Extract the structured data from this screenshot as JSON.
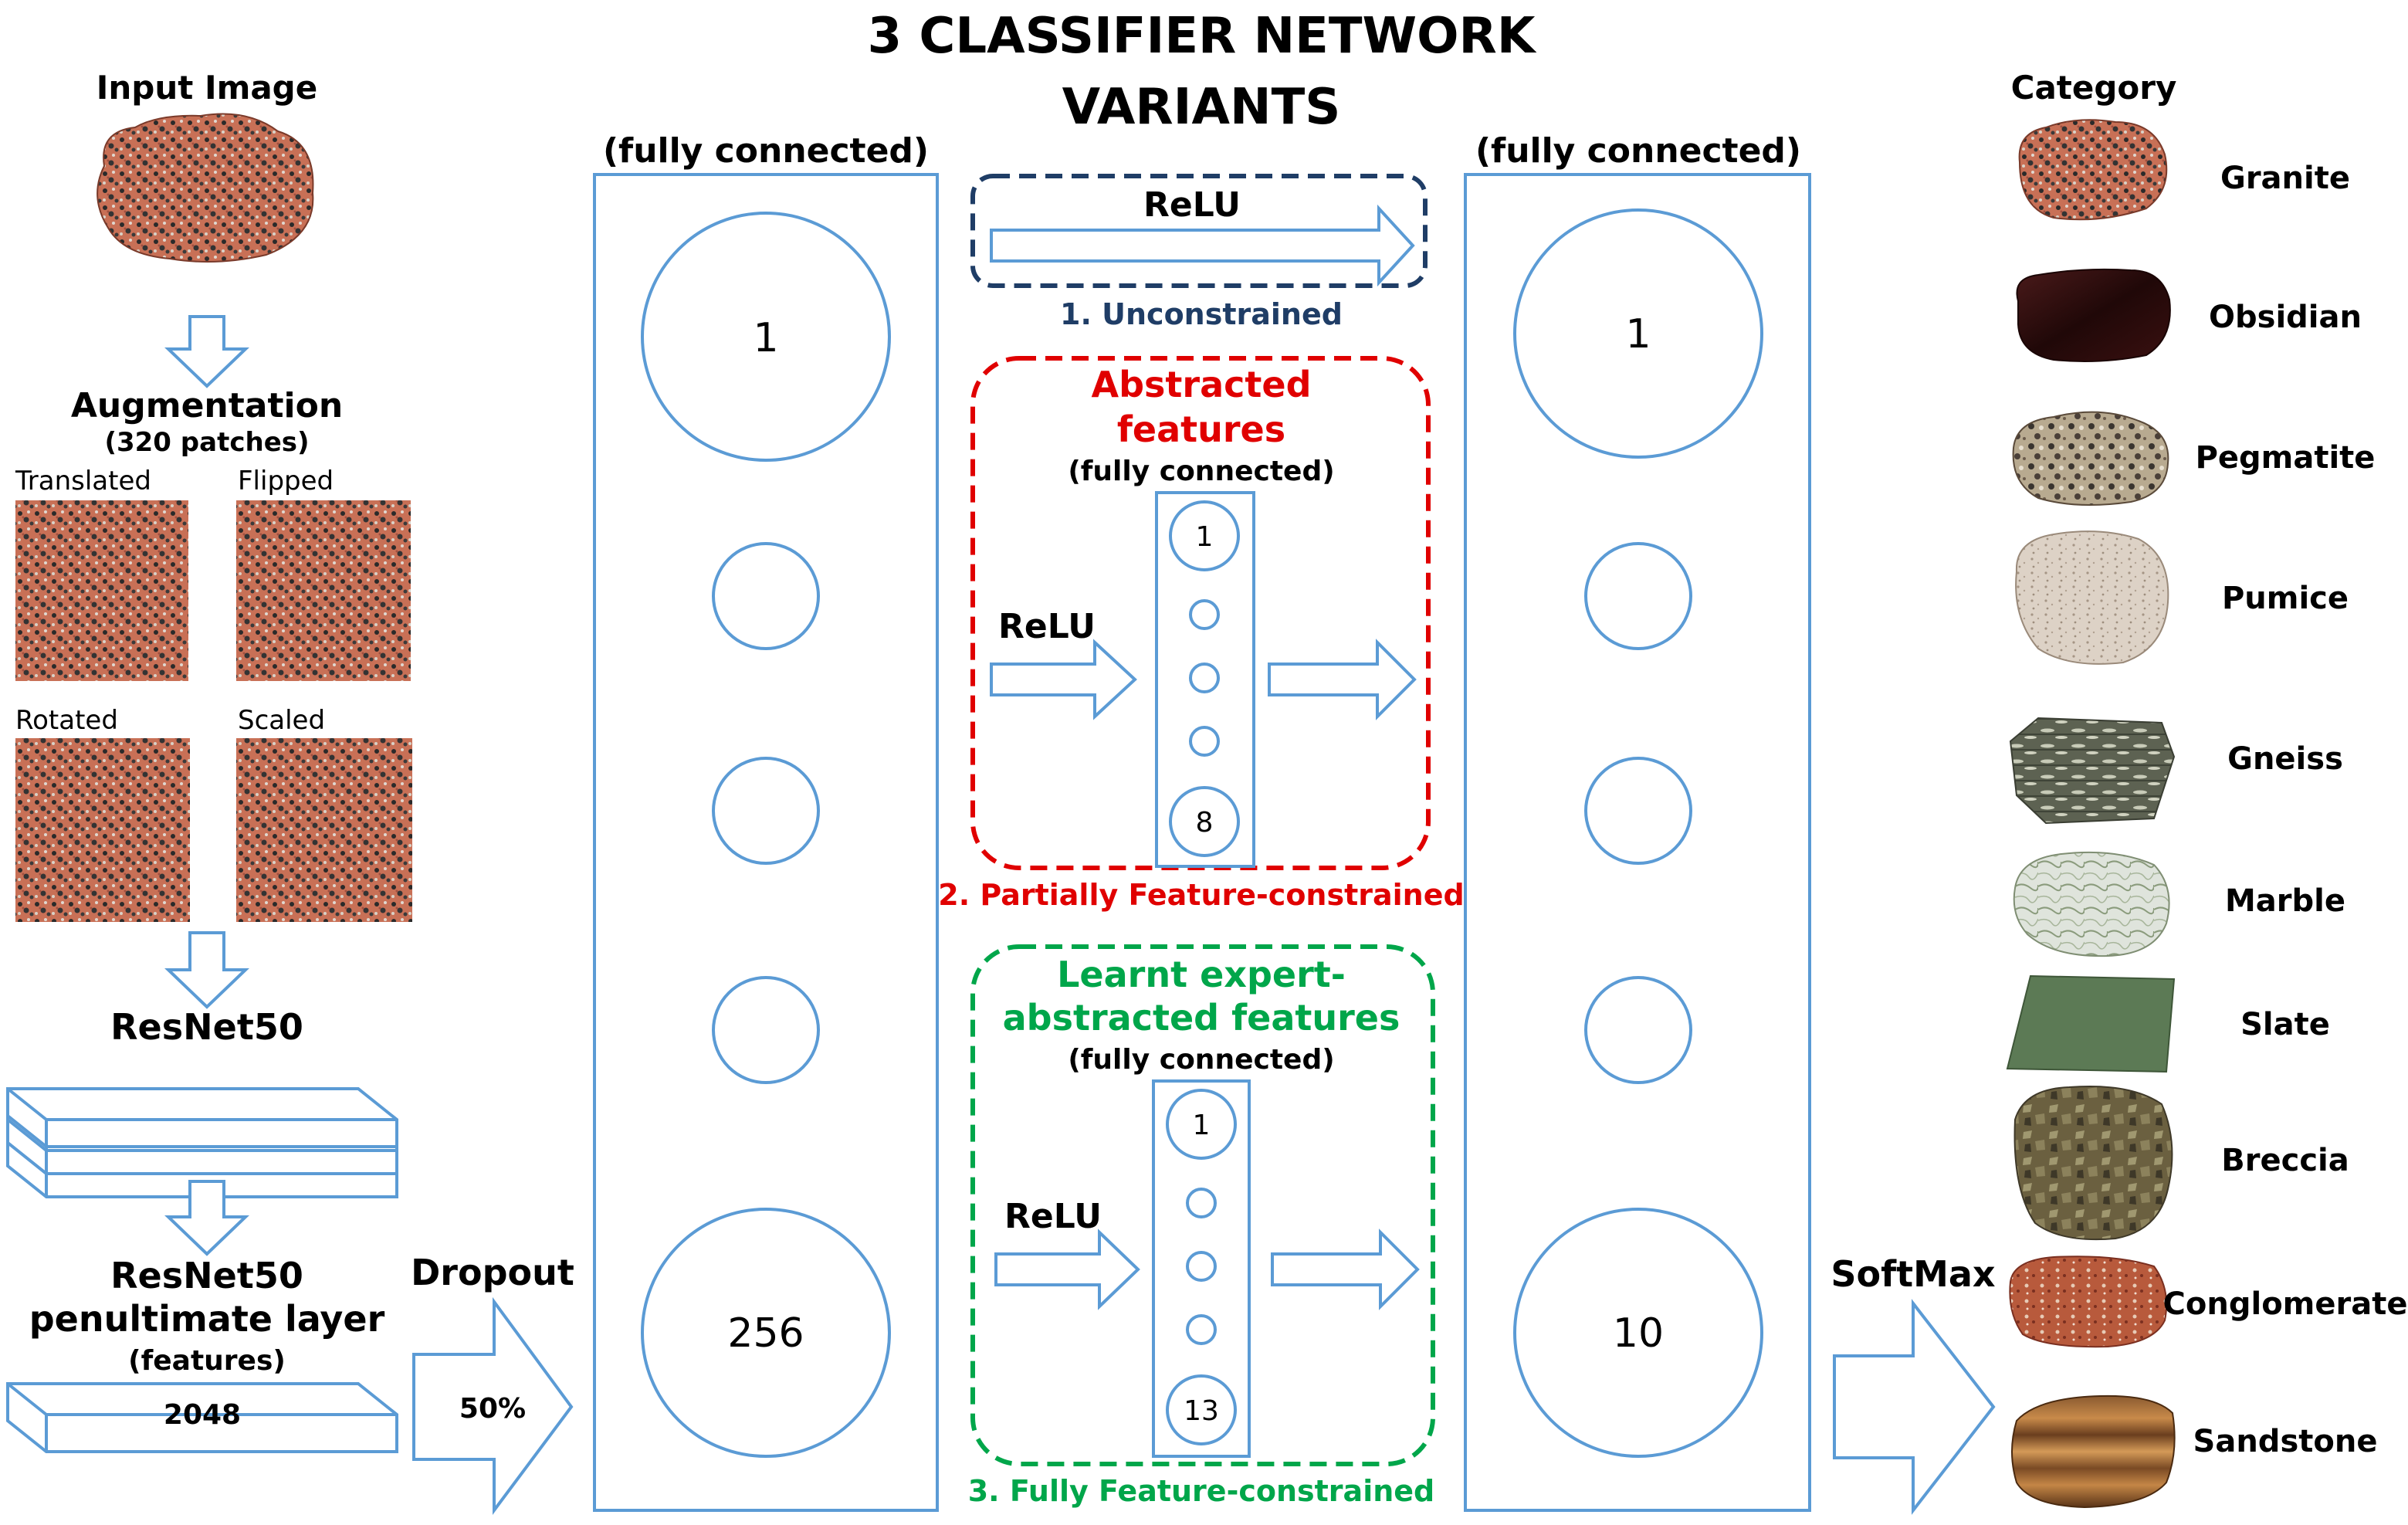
{
  "title": {
    "line1": "3 CLASSIFIER NETWORK",
    "line2": "VARIANTS"
  },
  "colors": {
    "stroke": "#5b9bd5",
    "unconstrained": "#1f3d66",
    "partial": "#e00000",
    "full": "#00a64a",
    "text": "#000000"
  },
  "left": {
    "input_label": "Input Image",
    "augmentation": "Augmentation",
    "patches": "(320 patches)",
    "aug_labels": [
      "Translated",
      "Flipped",
      "Rotated",
      "Scaled"
    ],
    "resnet": "ResNet50",
    "penultimate_1": "ResNet50",
    "penultimate_2": "penultimate layer",
    "features": "(features)",
    "dim": "2048",
    "dropout": "Dropout",
    "dropout_rate": "50%"
  },
  "fc1": {
    "label": "(fully connected)",
    "top": "1",
    "bottom": "256"
  },
  "fc2": {
    "label": "(fully connected)",
    "top": "1",
    "bottom": "10"
  },
  "variants": {
    "v1": {
      "relu": "ReLU",
      "caption": "1. Unconstrained"
    },
    "v2": {
      "title1": "Abstracted",
      "title2": "features",
      "fc": "(fully connected)",
      "relu": "ReLU",
      "top": "1",
      "bottom": "8",
      "caption": "2. Partially Feature-constrained"
    },
    "v3": {
      "title1": "Learnt expert-",
      "title2": "abstracted features",
      "fc": "(fully connected)",
      "relu": "ReLU",
      "top": "1",
      "bottom": "13",
      "caption": "3. Fully Feature-constrained"
    }
  },
  "softmax": "SoftMax",
  "category": {
    "label": "Category",
    "items": [
      "Granite",
      "Obsidian",
      "Pegmatite",
      "Pumice",
      "Gneiss",
      "Marble",
      "Slate",
      "Breccia",
      "Conglomerate",
      "Sandstone"
    ]
  }
}
